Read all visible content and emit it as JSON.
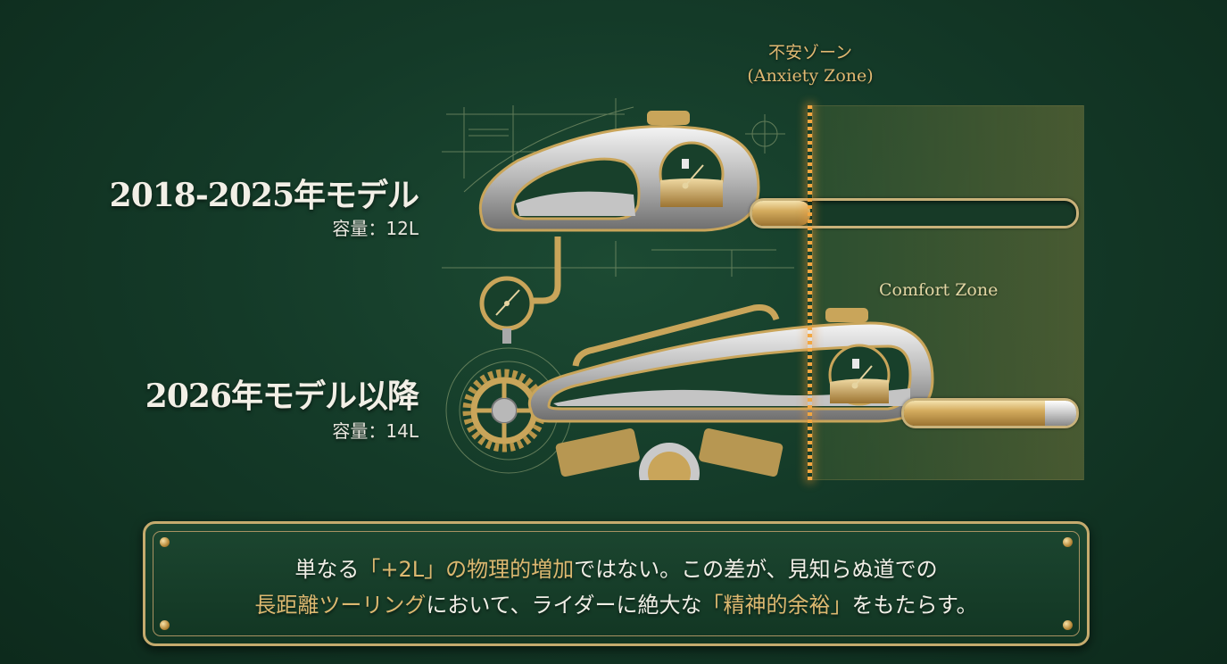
{
  "anxiety_zone": {
    "label_jp": "不安ゾーン",
    "label_en": "(Anxiety Zone)",
    "line_color": "#f2a640"
  },
  "comfort_zone": {
    "label": "Comfort Zone"
  },
  "models": [
    {
      "title": "2018-2025年モデル",
      "capacity": "容量：12L",
      "capacity_liters": 12,
      "fill_state": "ends before anxiety line"
    },
    {
      "title": "2026年モデル以降",
      "capacity": "容量：14L",
      "capacity_liters": 14,
      "fill_state": "extends into comfort zone"
    }
  ],
  "message": {
    "line1": {
      "p1": "単なる",
      "h1": "「+2L」の物理的増加",
      "p2": "ではない。この差が、見知らぬ道での"
    },
    "line2": {
      "h1": "長距離ツーリング",
      "p1": "において、ライダーに絶大な",
      "h2": "「精神的余裕」",
      "p2": "をもたらす。"
    }
  },
  "colors": {
    "background": "#143a28",
    "gold": "#c9b27a",
    "highlight_text": "#dcb870",
    "anxiety_label": "#e0b872"
  }
}
